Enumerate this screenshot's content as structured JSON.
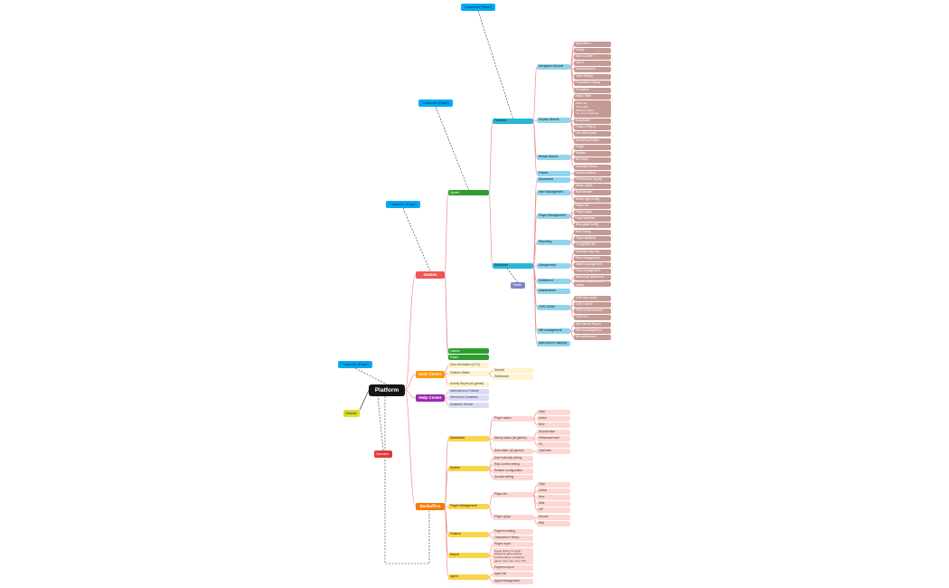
{
  "colors": {
    "root": "#151515",
    "games": "#f05454",
    "user_center": "#ff9800",
    "help_center": "#9c27b0",
    "backoffice": "#f57c00",
    "sports": "#2e9e2e",
    "customer": "#03a9f4",
    "operator": "#e53935",
    "cinema": "#d4e02a",
    "trader": "#7986cb",
    "cyan": "#29b6d8",
    "cyan_light": "#8fd5ef",
    "brown": "#c59a94",
    "yellow_light": "#fff3cd",
    "lavender": "#d8dcf6",
    "gold": "#fbd44a",
    "pink": "#fdd7d2",
    "line_red": "#ef8e8e",
    "line_dark": "#333333"
  },
  "nodes": {
    "root": "Platform",
    "games": "Games",
    "user_center": "User Center",
    "help_center": "Help Center",
    "backoffice": "Backoffice",
    "operator": "Operator",
    "cinema": "Cinema",
    "trader": "Trader",
    "customer_top": "Customers (Player)",
    "customer_sports": "Customers (Player)",
    "customer_games": "Customers (Player)",
    "customer_root": "Customers (Player)",
    "sports": "Sports",
    "casino": "Casino",
    "poker": "Poker",
    "frontend": "Frontend",
    "sports_backoffice": "Backoffice",
    "navigation_module": "Navigation Module",
    "display_module": "Display Module",
    "betslip_module": "Betslip Module",
    "payout": "Payout",
    "bo_dashboard": "Dashboard",
    "bo_user_mgmt": "User Management",
    "bo_player_mgmt": "Player Management",
    "bo_reporting": "Reporting",
    "bo_management": "Management",
    "bo_settlement": "Settlement",
    "bo_maintenance": "Maintenance",
    "bo_cms_center": "CMS Center",
    "bo_mkt_mgmt": "Mkt management",
    "bo_data_source": "Data source mapping",
    "nav_1": "Sport Menu",
    "nav_2": "Tennis",
    "nav_3": "Match Center",
    "nav_4": "Live lv",
    "nav_5": "Announcement",
    "nav_6": "Order History",
    "nav_7": "Transaction History",
    "nav_8": "Promotion",
    "disp_1": "Match Table",
    "disp_2": "Match list\nPre-match\n(Different filters\ne.g. time & league)",
    "disp_3": "Bookmaker",
    "disp_4": "Fancy & Result",
    "disp_5": "Live video panel",
    "disp_6": "Streaming module",
    "bet_1": "Single",
    "bet_2": "Multiple",
    "bet_3": "Bet Delay",
    "bet_4": "Calculate Return",
    "payout_1": "Cashout feature",
    "dash_1": "Performance display",
    "user_1": "Admin profile",
    "user_2": "Role Module",
    "user_3": "Admin login config",
    "pm_1": "Player list",
    "pm_2": "Player group",
    "pm_3": "Login statistics",
    "pm_4": "Risk player config",
    "rep_1": "Bets Rating",
    "rep_2": "Player statistics",
    "rep_3": "Competition list",
    "mg_1": "Operation log view",
    "mg_2": "Price management",
    "mg_3": "Market management",
    "mg_4": "Odds management",
    "st_1": "Market bet settlement",
    "st_2": "Cancel (Void) Bet list config",
    "cms_1": "CMS help center",
    "cms_2": "CMS Tutorial",
    "cms_3": "CMS Announcement",
    "cms_4": "CMS Text",
    "mkt_1": "Mkt channel Report",
    "mkt_2": "Mkt report(day/hour)",
    "mkt_3": "Mkt add/remove",
    "uc_1": "User Information (KYC)",
    "uc_2": "Platform Wallet",
    "uc_3": "Activity Report (all games)",
    "wallet_1": "Deposit",
    "wallet_2": "Withdrawal",
    "hc_1": "Instructions or Tutorial",
    "hc_2": "Terms and Conditions",
    "hc_3": "Customer Service",
    "b_dashboard": "Dashboard",
    "b_system": "System",
    "b_player_mgmt": "Player Management",
    "b_finance": "Finance",
    "b_report": "Report",
    "b_agent": "Agent",
    "d_player_status": "Player status",
    "d_money_status": "Money status (all games)",
    "d_bets_status": "Bets status (all games)",
    "ps_1": "Total",
    "ps_2": "Active",
    "ps_3": "New",
    "ms_1": "Deposit total",
    "ms_2": "Withdrawal total",
    "ms_3": "P/L",
    "bs_1": "Total bets",
    "sys_1": "User Authority setting",
    "sys_2": "Risk Control setting",
    "sys_3": "Related Configuration",
    "sys_4": "Domain setting",
    "bpm_player_list": "Player list",
    "bpm_player_group": "Player group",
    "pl_1": "Total",
    "pl_2": "Online",
    "pl_3": "New",
    "pl_4": "Risk",
    "pl_5": "VIP",
    "pg_1": "Normal",
    "pg_2": "Risk",
    "fin_1": "Payment setting",
    "fin_2": "Transaction History",
    "rpt_1": "Player report",
    "rpt_2": "Game history & report\n(Different game activity\ninclude player in different\ngame, bets, win, loss, P/L)",
    "rpt_3": "Payment report",
    "ag_1": "Agent list",
    "ag_2": "Agent Management"
  }
}
